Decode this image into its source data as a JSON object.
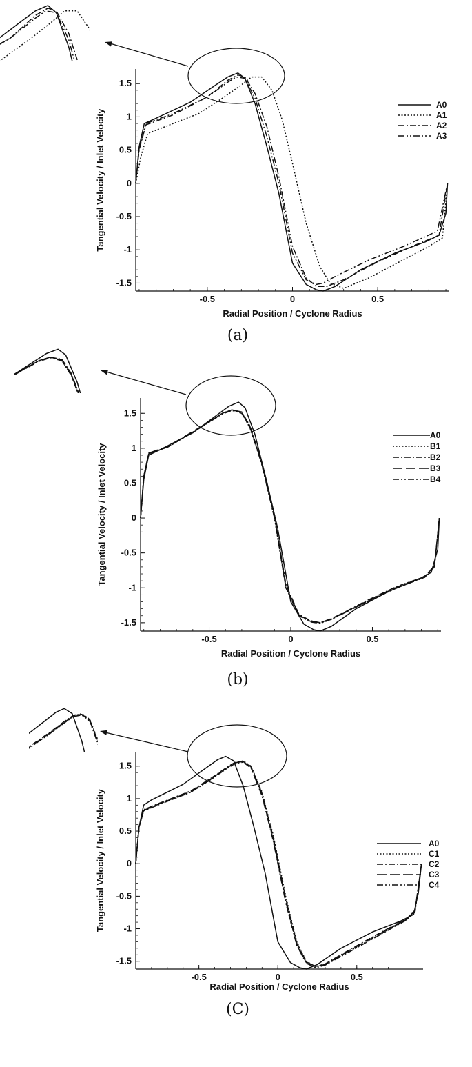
{
  "chart_data": [
    {
      "type": "line",
      "panel": "a",
      "caption": "(a)",
      "xlabel": "Radial Position / Cyclone Radius",
      "ylabel": "Tangential Velocity / Inlet Velocity",
      "xlim": [
        -0.92,
        0.92
      ],
      "ylim": [
        -1.62,
        1.72
      ],
      "xticks": [
        "-0.5",
        "0",
        "0.5"
      ],
      "yticks": [
        "1.5",
        "1",
        "0.5",
        "0",
        "-0.5",
        "-1",
        "-1.5"
      ],
      "legend_position": "right",
      "series": [
        {
          "name": "A0",
          "style": "solid",
          "x": [
            -0.92,
            -0.9,
            -0.87,
            -0.8,
            -0.6,
            -0.45,
            -0.38,
            -0.32,
            -0.28,
            -0.22,
            -0.15,
            -0.08,
            0.0,
            0.08,
            0.14,
            0.18,
            0.25,
            0.4,
            0.6,
            0.78,
            0.86,
            0.9,
            0.91
          ],
          "y": [
            0.0,
            0.55,
            0.9,
            0.98,
            1.22,
            1.48,
            1.6,
            1.66,
            1.58,
            1.2,
            0.55,
            -0.15,
            -1.2,
            -1.52,
            -1.6,
            -1.62,
            -1.55,
            -1.3,
            -1.05,
            -0.88,
            -0.78,
            -0.45,
            0.0
          ]
        },
        {
          "name": "A1",
          "style": "dotted",
          "x": [
            -0.92,
            -0.89,
            -0.85,
            -0.75,
            -0.55,
            -0.4,
            -0.3,
            -0.24,
            -0.18,
            -0.12,
            -0.06,
            0.0,
            0.08,
            0.16,
            0.22,
            0.3,
            0.45,
            0.65,
            0.8,
            0.88,
            0.91
          ],
          "y": [
            0.0,
            0.4,
            0.75,
            0.85,
            1.05,
            1.3,
            1.48,
            1.6,
            1.6,
            1.4,
            0.95,
            0.3,
            -0.6,
            -1.25,
            -1.5,
            -1.58,
            -1.42,
            -1.15,
            -0.95,
            -0.82,
            0.0
          ]
        },
        {
          "name": "A2",
          "style": "dashdot",
          "x": [
            -0.92,
            -0.9,
            -0.86,
            -0.7,
            -0.5,
            -0.38,
            -0.32,
            -0.28,
            -0.22,
            -0.15,
            -0.08,
            0.0,
            0.08,
            0.14,
            0.2,
            0.3,
            0.5,
            0.7,
            0.86,
            0.91
          ],
          "y": [
            0.0,
            0.5,
            0.88,
            1.03,
            1.3,
            1.55,
            1.63,
            1.6,
            1.35,
            0.85,
            0.1,
            -0.95,
            -1.42,
            -1.55,
            -1.55,
            -1.45,
            -1.18,
            -0.95,
            -0.78,
            0.0
          ]
        },
        {
          "name": "A3",
          "style": "dashdotdot",
          "x": [
            -0.92,
            -0.9,
            -0.86,
            -0.7,
            -0.5,
            -0.38,
            -0.33,
            -0.28,
            -0.22,
            -0.15,
            -0.08,
            0.0,
            0.08,
            0.14,
            0.18,
            0.25,
            0.45,
            0.65,
            0.85,
            0.91
          ],
          "y": [
            0.0,
            0.52,
            0.9,
            1.05,
            1.3,
            1.52,
            1.6,
            1.58,
            1.28,
            0.7,
            0.0,
            -1.05,
            -1.45,
            -1.52,
            -1.5,
            -1.4,
            -1.15,
            -0.95,
            -0.72,
            0.0
          ]
        }
      ]
    },
    {
      "type": "line",
      "panel": "b",
      "caption": "(b)",
      "xlabel": "Radial Position / Cyclone Radius",
      "ylabel": "Tangential Velocity / Inlet Velocity",
      "xlim": [
        -0.92,
        0.92
      ],
      "ylim": [
        -1.62,
        1.72
      ],
      "xticks": [
        "-0.5",
        "0",
        "0.5"
      ],
      "yticks": [
        "1.5",
        "1",
        "0.5",
        "0",
        "-0.5",
        "-1",
        "-1.5"
      ],
      "legend_position": "right",
      "series": [
        {
          "name": "A0",
          "style": "solid",
          "x": [
            -0.92,
            -0.9,
            -0.87,
            -0.8,
            -0.6,
            -0.45,
            -0.38,
            -0.32,
            -0.28,
            -0.22,
            -0.15,
            -0.08,
            0.0,
            0.08,
            0.14,
            0.18,
            0.25,
            0.4,
            0.6,
            0.78,
            0.86,
            0.9,
            0.91
          ],
          "y": [
            0.0,
            0.55,
            0.9,
            0.98,
            1.22,
            1.48,
            1.6,
            1.66,
            1.58,
            1.2,
            0.55,
            -0.15,
            -1.2,
            -1.52,
            -1.6,
            -1.62,
            -1.55,
            -1.3,
            -1.05,
            -0.88,
            -0.78,
            -0.45,
            0.0
          ]
        },
        {
          "name": "B1",
          "style": "dotted",
          "x": [
            -0.92,
            -0.9,
            -0.87,
            -0.75,
            -0.55,
            -0.42,
            -0.36,
            -0.3,
            -0.25,
            -0.18,
            -0.1,
            -0.03,
            0.05,
            0.12,
            0.18,
            0.25,
            0.45,
            0.65,
            0.82,
            0.88,
            0.91
          ],
          "y": [
            0.0,
            0.6,
            0.92,
            1.02,
            1.3,
            1.5,
            1.55,
            1.5,
            1.3,
            0.8,
            0.0,
            -1.0,
            -1.4,
            -1.48,
            -1.5,
            -1.45,
            -1.22,
            -1.0,
            -0.85,
            -0.7,
            0.0
          ]
        },
        {
          "name": "B2",
          "style": "dashdot",
          "x": [
            -0.92,
            -0.9,
            -0.87,
            -0.75,
            -0.55,
            -0.42,
            -0.36,
            -0.3,
            -0.25,
            -0.18,
            -0.1,
            -0.03,
            0.05,
            0.12,
            0.18,
            0.25,
            0.45,
            0.65,
            0.82,
            0.88,
            0.91
          ],
          "y": [
            0.0,
            0.6,
            0.92,
            1.02,
            1.3,
            1.5,
            1.55,
            1.52,
            1.32,
            0.82,
            0.05,
            -0.95,
            -1.38,
            -1.47,
            -1.5,
            -1.45,
            -1.2,
            -0.98,
            -0.84,
            -0.68,
            0.0
          ]
        },
        {
          "name": "B3",
          "style": "longdash",
          "x": [
            -0.92,
            -0.9,
            -0.87,
            -0.75,
            -0.55,
            -0.42,
            -0.36,
            -0.3,
            -0.25,
            -0.18,
            -0.1,
            -0.03,
            0.05,
            0.12,
            0.18,
            0.25,
            0.45,
            0.65,
            0.82,
            0.88,
            0.91
          ],
          "y": [
            0.0,
            0.6,
            0.93,
            1.03,
            1.31,
            1.5,
            1.55,
            1.51,
            1.31,
            0.81,
            0.02,
            -0.98,
            -1.39,
            -1.48,
            -1.5,
            -1.44,
            -1.21,
            -0.99,
            -0.84,
            -0.69,
            0.0
          ]
        },
        {
          "name": "B4",
          "style": "dashdotdot",
          "x": [
            -0.92,
            -0.9,
            -0.87,
            -0.75,
            -0.55,
            -0.42,
            -0.36,
            -0.3,
            -0.25,
            -0.18,
            -0.1,
            -0.03,
            0.05,
            0.12,
            0.18,
            0.25,
            0.45,
            0.65,
            0.82,
            0.88,
            0.91
          ],
          "y": [
            0.0,
            0.6,
            0.92,
            1.02,
            1.3,
            1.49,
            1.54,
            1.5,
            1.29,
            0.79,
            0.0,
            -1.0,
            -1.4,
            -1.49,
            -1.51,
            -1.45,
            -1.22,
            -1.0,
            -0.85,
            -0.7,
            0.0
          ]
        }
      ]
    },
    {
      "type": "line",
      "panel": "c",
      "caption": "(C)",
      "xlabel": "Radial Position / Cyclone Radius",
      "ylabel": "Tangential Velocity / Inlet Velocity",
      "xlim": [
        -0.9,
        0.92
      ],
      "ylim": [
        -1.62,
        1.72
      ],
      "xticks": [
        "-0.5",
        "0",
        "0.5"
      ],
      "yticks": [
        "1.5",
        "1",
        "0.5",
        "0",
        "-0.5",
        "-1",
        "-1.5"
      ],
      "legend_position": "right",
      "series": [
        {
          "name": "A0",
          "style": "solid",
          "x": [
            -0.9,
            -0.88,
            -0.85,
            -0.8,
            -0.6,
            -0.45,
            -0.38,
            -0.33,
            -0.28,
            -0.22,
            -0.15,
            -0.08,
            0.0,
            0.08,
            0.14,
            0.18,
            0.25,
            0.4,
            0.6,
            0.78,
            0.86,
            0.89,
            0.91
          ],
          "y": [
            0.0,
            0.55,
            0.9,
            0.98,
            1.22,
            1.48,
            1.6,
            1.65,
            1.58,
            1.2,
            0.55,
            -0.15,
            -1.2,
            -1.52,
            -1.6,
            -1.62,
            -1.55,
            -1.3,
            -1.05,
            -0.88,
            -0.78,
            -0.45,
            0.0
          ]
        },
        {
          "name": "C1",
          "style": "dotted",
          "x": [
            -0.9,
            -0.88,
            -0.85,
            -0.75,
            -0.55,
            -0.42,
            -0.33,
            -0.27,
            -0.22,
            -0.17,
            -0.1,
            -0.03,
            0.05,
            0.12,
            0.18,
            0.24,
            0.3,
            0.45,
            0.65,
            0.82,
            0.87,
            0.91
          ],
          "y": [
            0.0,
            0.55,
            0.82,
            0.92,
            1.1,
            1.3,
            1.45,
            1.55,
            1.58,
            1.5,
            1.1,
            0.45,
            -0.5,
            -1.2,
            -1.5,
            -1.58,
            -1.55,
            -1.35,
            -1.08,
            -0.85,
            -0.72,
            0.0
          ]
        },
        {
          "name": "C2",
          "style": "dashdot",
          "x": [
            -0.9,
            -0.88,
            -0.85,
            -0.75,
            -0.55,
            -0.42,
            -0.33,
            -0.27,
            -0.22,
            -0.17,
            -0.1,
            -0.03,
            0.05,
            0.12,
            0.18,
            0.24,
            0.3,
            0.45,
            0.65,
            0.82,
            0.87,
            0.91
          ],
          "y": [
            0.0,
            0.56,
            0.83,
            0.93,
            1.12,
            1.32,
            1.47,
            1.56,
            1.57,
            1.48,
            1.05,
            0.38,
            -0.58,
            -1.25,
            -1.52,
            -1.58,
            -1.54,
            -1.33,
            -1.06,
            -0.84,
            -0.7,
            0.0
          ]
        },
        {
          "name": "C3",
          "style": "longdash",
          "x": [
            -0.9,
            -0.88,
            -0.85,
            -0.75,
            -0.55,
            -0.42,
            -0.33,
            -0.27,
            -0.22,
            -0.17,
            -0.1,
            -0.03,
            0.05,
            0.12,
            0.18,
            0.24,
            0.3,
            0.45,
            0.65,
            0.82,
            0.87,
            0.91
          ],
          "y": [
            0.0,
            0.55,
            0.82,
            0.92,
            1.11,
            1.31,
            1.46,
            1.55,
            1.57,
            1.49,
            1.08,
            0.42,
            -0.54,
            -1.22,
            -1.51,
            -1.58,
            -1.55,
            -1.34,
            -1.07,
            -0.85,
            -0.71,
            0.0
          ]
        },
        {
          "name": "C4",
          "style": "dashdotdot",
          "x": [
            -0.9,
            -0.88,
            -0.85,
            -0.75,
            -0.55,
            -0.42,
            -0.33,
            -0.27,
            -0.22,
            -0.17,
            -0.1,
            -0.03,
            0.05,
            0.12,
            0.18,
            0.24,
            0.3,
            0.45,
            0.65,
            0.82,
            0.87,
            0.91
          ],
          "y": [
            0.0,
            0.55,
            0.81,
            0.91,
            1.1,
            1.3,
            1.45,
            1.54,
            1.56,
            1.47,
            1.04,
            0.36,
            -0.6,
            -1.26,
            -1.53,
            -1.6,
            -1.56,
            -1.36,
            -1.09,
            -0.86,
            -0.73,
            0.0
          ]
        }
      ]
    }
  ]
}
